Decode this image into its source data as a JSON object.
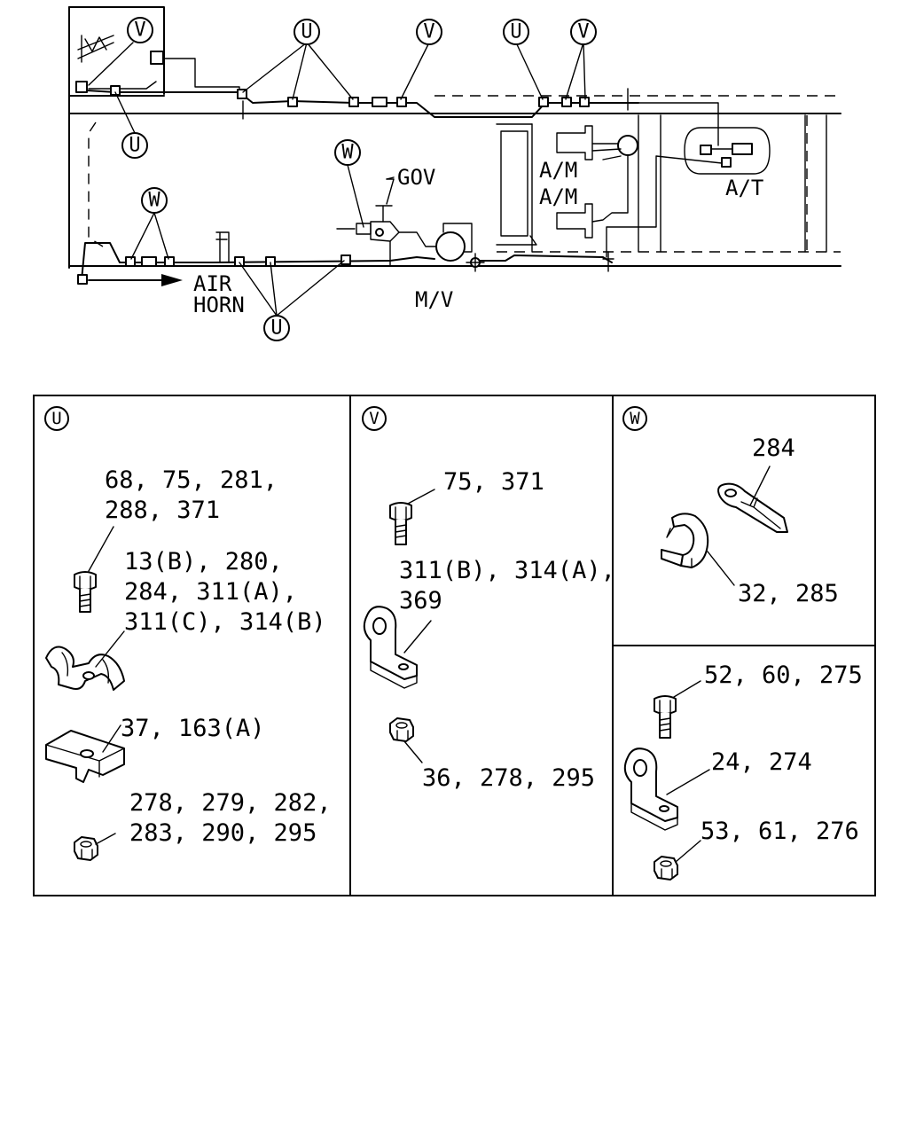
{
  "callouts": {
    "u": "U",
    "v": "V",
    "w": "W"
  },
  "labels": {
    "gov": "GOV",
    "am1": "A/M",
    "am2": "A/M",
    "at": "A/T",
    "air": "AIR",
    "horn": "HORN",
    "mv": "M/V"
  },
  "panels": {
    "u": {
      "tag": "U",
      "parts": [
        {
          "lines": [
            "68, 75, 281,",
            "288, 371"
          ]
        },
        {
          "lines": [
            "13(B), 280,",
            "284, 311(A),",
            "311(C), 314(B)"
          ]
        },
        {
          "lines": [
            "37, 163(A)"
          ]
        },
        {
          "lines": [
            "278, 279, 282,",
            "283, 290, 295"
          ]
        }
      ]
    },
    "v": {
      "tag": "V",
      "parts": [
        {
          "lines": [
            "75, 371"
          ]
        },
        {
          "lines": [
            "311(B), 314(A),",
            "369"
          ]
        },
        {
          "lines": [
            "36, 278, 295"
          ]
        }
      ]
    },
    "w": {
      "tag": "W",
      "parts": [
        {
          "lines": [
            "284"
          ]
        },
        {
          "lines": [
            "32, 285"
          ]
        }
      ]
    },
    "x": {
      "parts": [
        {
          "lines": [
            "52, 60, 275"
          ]
        },
        {
          "lines": [
            "24, 274"
          ]
        },
        {
          "lines": [
            "53, 61, 276"
          ]
        }
      ]
    }
  }
}
